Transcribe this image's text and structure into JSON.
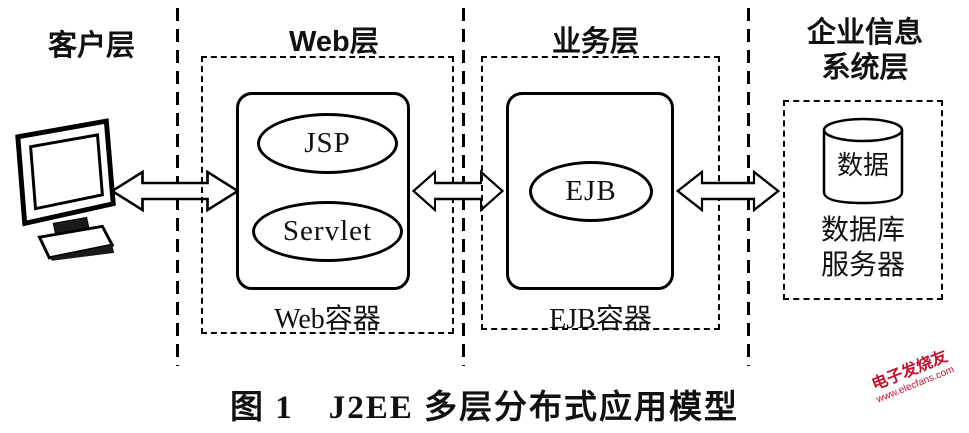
{
  "client_tier": {
    "label": "客户层"
  },
  "web_tier": {
    "label": "Web层",
    "container_label": "Web容器",
    "component_jsp": "JSP",
    "component_servlet": "Servlet"
  },
  "business_tier": {
    "label": "业务层",
    "container_label": "EJB容器",
    "component_ejb": "EJB"
  },
  "eis_tier": {
    "label_line1": "企业信息",
    "label_line2": "系统层",
    "database_data_label": "数据",
    "server_label_line1": "数据库",
    "server_label_line2": "服务器"
  },
  "caption": "图 1　J2EE 多层分布式应用模型",
  "watermark": {
    "title": "电子发烧友",
    "url": "www.elecfans.com",
    "color": "#c41230"
  },
  "icons": {
    "monitor": "crt-monitor-icon",
    "database": "database-cylinder-icon",
    "arrows": "double-headed-arrow-icon"
  }
}
